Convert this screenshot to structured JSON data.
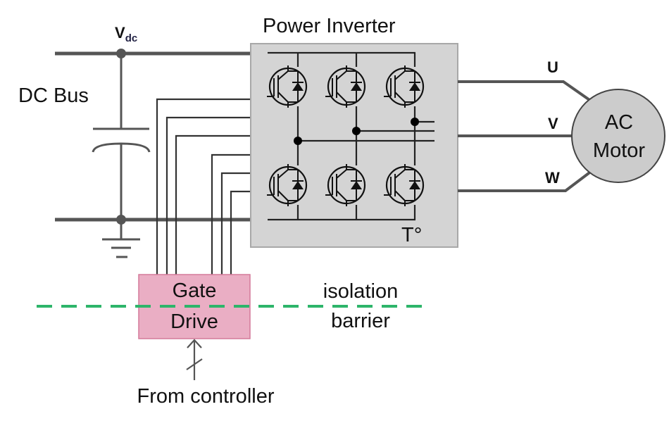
{
  "diagram": {
    "title": "Power Inverter",
    "vdc_label": {
      "main": "V",
      "sub": "dc"
    },
    "dc_bus_label": "DC Bus",
    "phases": [
      {
        "label": "U"
      },
      {
        "label": "V"
      },
      {
        "label": "W"
      }
    ],
    "motor": {
      "line1": "AC",
      "line2": "Motor"
    },
    "temperature_label": "T°",
    "gate_drive": {
      "line1": "Gate",
      "line2": "Drive"
    },
    "isolation": {
      "line1": "isolation",
      "line2": "barrier"
    },
    "controller_label": "From controller",
    "colors": {
      "inverter_fill": "#d4d4d4",
      "inverter_border": "#a8a8a8",
      "wire": "#555555",
      "motor_fill": "#cccccc",
      "gate_drive_fill": "#eaaec4",
      "gate_drive_border": "#d47a9a",
      "isolation_line": "#2db56a"
    }
  }
}
